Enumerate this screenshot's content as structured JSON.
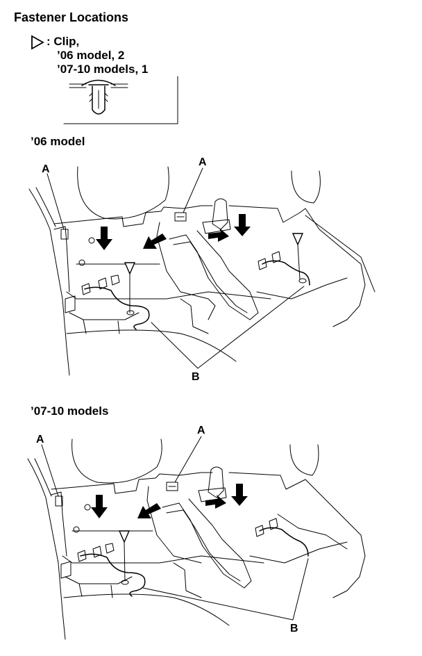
{
  "legend": {
    "title": "Fastener Locations",
    "symbol_text": ": Clip,",
    "line2": "’06 model, 2",
    "line3": "’07-10 models, 1"
  },
  "section_06": {
    "heading": "’06 model",
    "label_a_left": "A",
    "label_a_top": "A",
    "label_b": "B"
  },
  "section_07": {
    "heading": "’07-10 models",
    "label_a_left": "A",
    "label_a_top": "A",
    "label_b": "B"
  },
  "icons": {
    "clip": "clip-symbol-icon",
    "arrow": "direction-arrow-icon",
    "triangle": "clip-location-triangle-icon"
  }
}
